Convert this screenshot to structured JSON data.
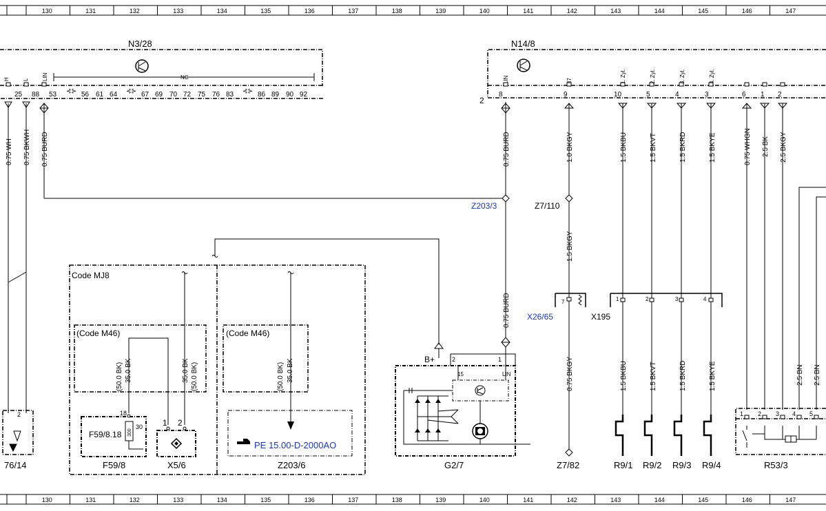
{
  "grid_numbers": [
    "130",
    "131",
    "132",
    "133",
    "134",
    "135",
    "136",
    "137",
    "138",
    "139",
    "140",
    "141",
    "142",
    "143",
    "144",
    "145",
    "146",
    "147"
  ],
  "components": {
    "n3_28": {
      "label": "N3/28",
      "pins": [
        "25",
        "88",
        "53",
        "56",
        "61",
        "64",
        "67",
        "69",
        "70",
        "72",
        "75",
        "76",
        "83",
        "86",
        "89",
        "90",
        "92"
      ],
      "pin_tags": [
        "H",
        "L",
        "LIN"
      ],
      "nc": "NC"
    },
    "n14_8": {
      "label": "N14/8",
      "pins": [
        "8",
        "9",
        "10",
        "5",
        "4",
        "3",
        "6",
        "1",
        "2"
      ],
      "pin_tags": [
        "LIN",
        "87",
        "1. Zyl.",
        "2. Zyl.",
        "3. Zyl.",
        "4. Zyl."
      ],
      "side_label": "2"
    },
    "code_mj8": "Code MJ8",
    "code_m46_a": "(Code M46)",
    "code_m46_b": "(Code M46)",
    "f59_8_18": "F59/8.18",
    "f59_8": "F59/8",
    "f59_pins": [
      "18",
      "30"
    ],
    "fuse_rating": "300",
    "x5_6": "X5/6",
    "x5_6_pins": [
      "1",
      "2"
    ],
    "z203_6": "Z203/6",
    "pe_ref": "PE 15.00-D-2000AO",
    "g2_7": "G2/7",
    "g2_7_pins": [
      "2",
      "1",
      "15",
      "LIN"
    ],
    "b_plus": "B+",
    "z203_3": "Z203/3",
    "z7_110": "Z7/110",
    "z7_82": "Z7/82",
    "x26_65": "X26/65",
    "x26_65_pin": "7",
    "x195": "X195",
    "x195_pins": [
      "1",
      "2",
      "3",
      "4"
    ],
    "r9": [
      "R9/1",
      "R9/2",
      "R9/3",
      "R9/4"
    ],
    "r53_3": "R53/3",
    "r53_pins": [
      "1",
      "2",
      "3",
      "4",
      "5"
    ],
    "left_conn": "76/14",
    "left_conn_pin": "2"
  },
  "wires": {
    "left_wh": "0.75 WH",
    "left_bkwh": "0.75 BKWH",
    "n3_burd": "0.75 BURD",
    "n14_burd": "0.75 BURD",
    "g2_burd": "0.75 BURD",
    "bkgy_10": "1.0 BKGY",
    "bkgy_15": "1.5 BKGY",
    "bkgy_075": "0.75 BKGY",
    "bkbu": "1.5 BKBU",
    "bkvt": "1.5 BKVT",
    "bkrd": "1.5 BKRD",
    "bkye": "1.5 BKYE",
    "whgn": "0.75 WHGN",
    "bk25": "2.5 BK",
    "bkgy25": "2.5 BKGY",
    "bn25a": "2.5 BN",
    "bn25b": "2.5 BN",
    "f59_bk_a": "(50.0 BK)",
    "f59_bk_b": "35.0 BK",
    "x56_bk_a": "35.0 BK",
    "x56_bk_b": "(50.0 BK)",
    "z2036_bk_a": "(50.0 BK)",
    "z2036_bk_b": "35.0 BK"
  }
}
